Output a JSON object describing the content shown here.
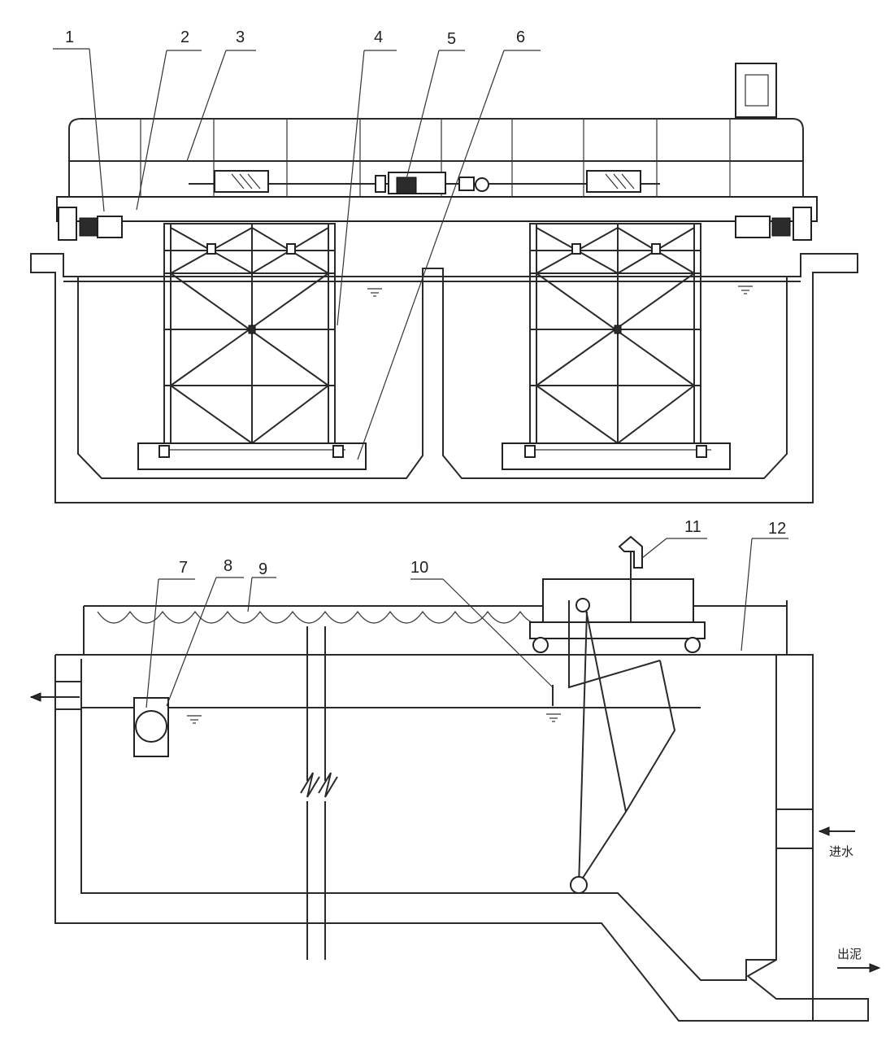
{
  "callouts": [
    {
      "id": "1",
      "label": "1"
    },
    {
      "id": "2",
      "label": "2"
    },
    {
      "id": "3",
      "label": "3"
    },
    {
      "id": "4",
      "label": "4"
    },
    {
      "id": "5",
      "label": "5"
    },
    {
      "id": "6",
      "label": "6"
    },
    {
      "id": "7",
      "label": "7"
    },
    {
      "id": "8",
      "label": "8"
    },
    {
      "id": "9",
      "label": "9"
    },
    {
      "id": "10",
      "label": "10"
    },
    {
      "id": "11",
      "label": "11"
    },
    {
      "id": "12",
      "label": "12"
    }
  ],
  "flow_labels": {
    "inlet": "进水",
    "sludge_outlet": "出泥"
  },
  "colors": {
    "line": "#2a2a2a",
    "background": "#ffffff"
  }
}
